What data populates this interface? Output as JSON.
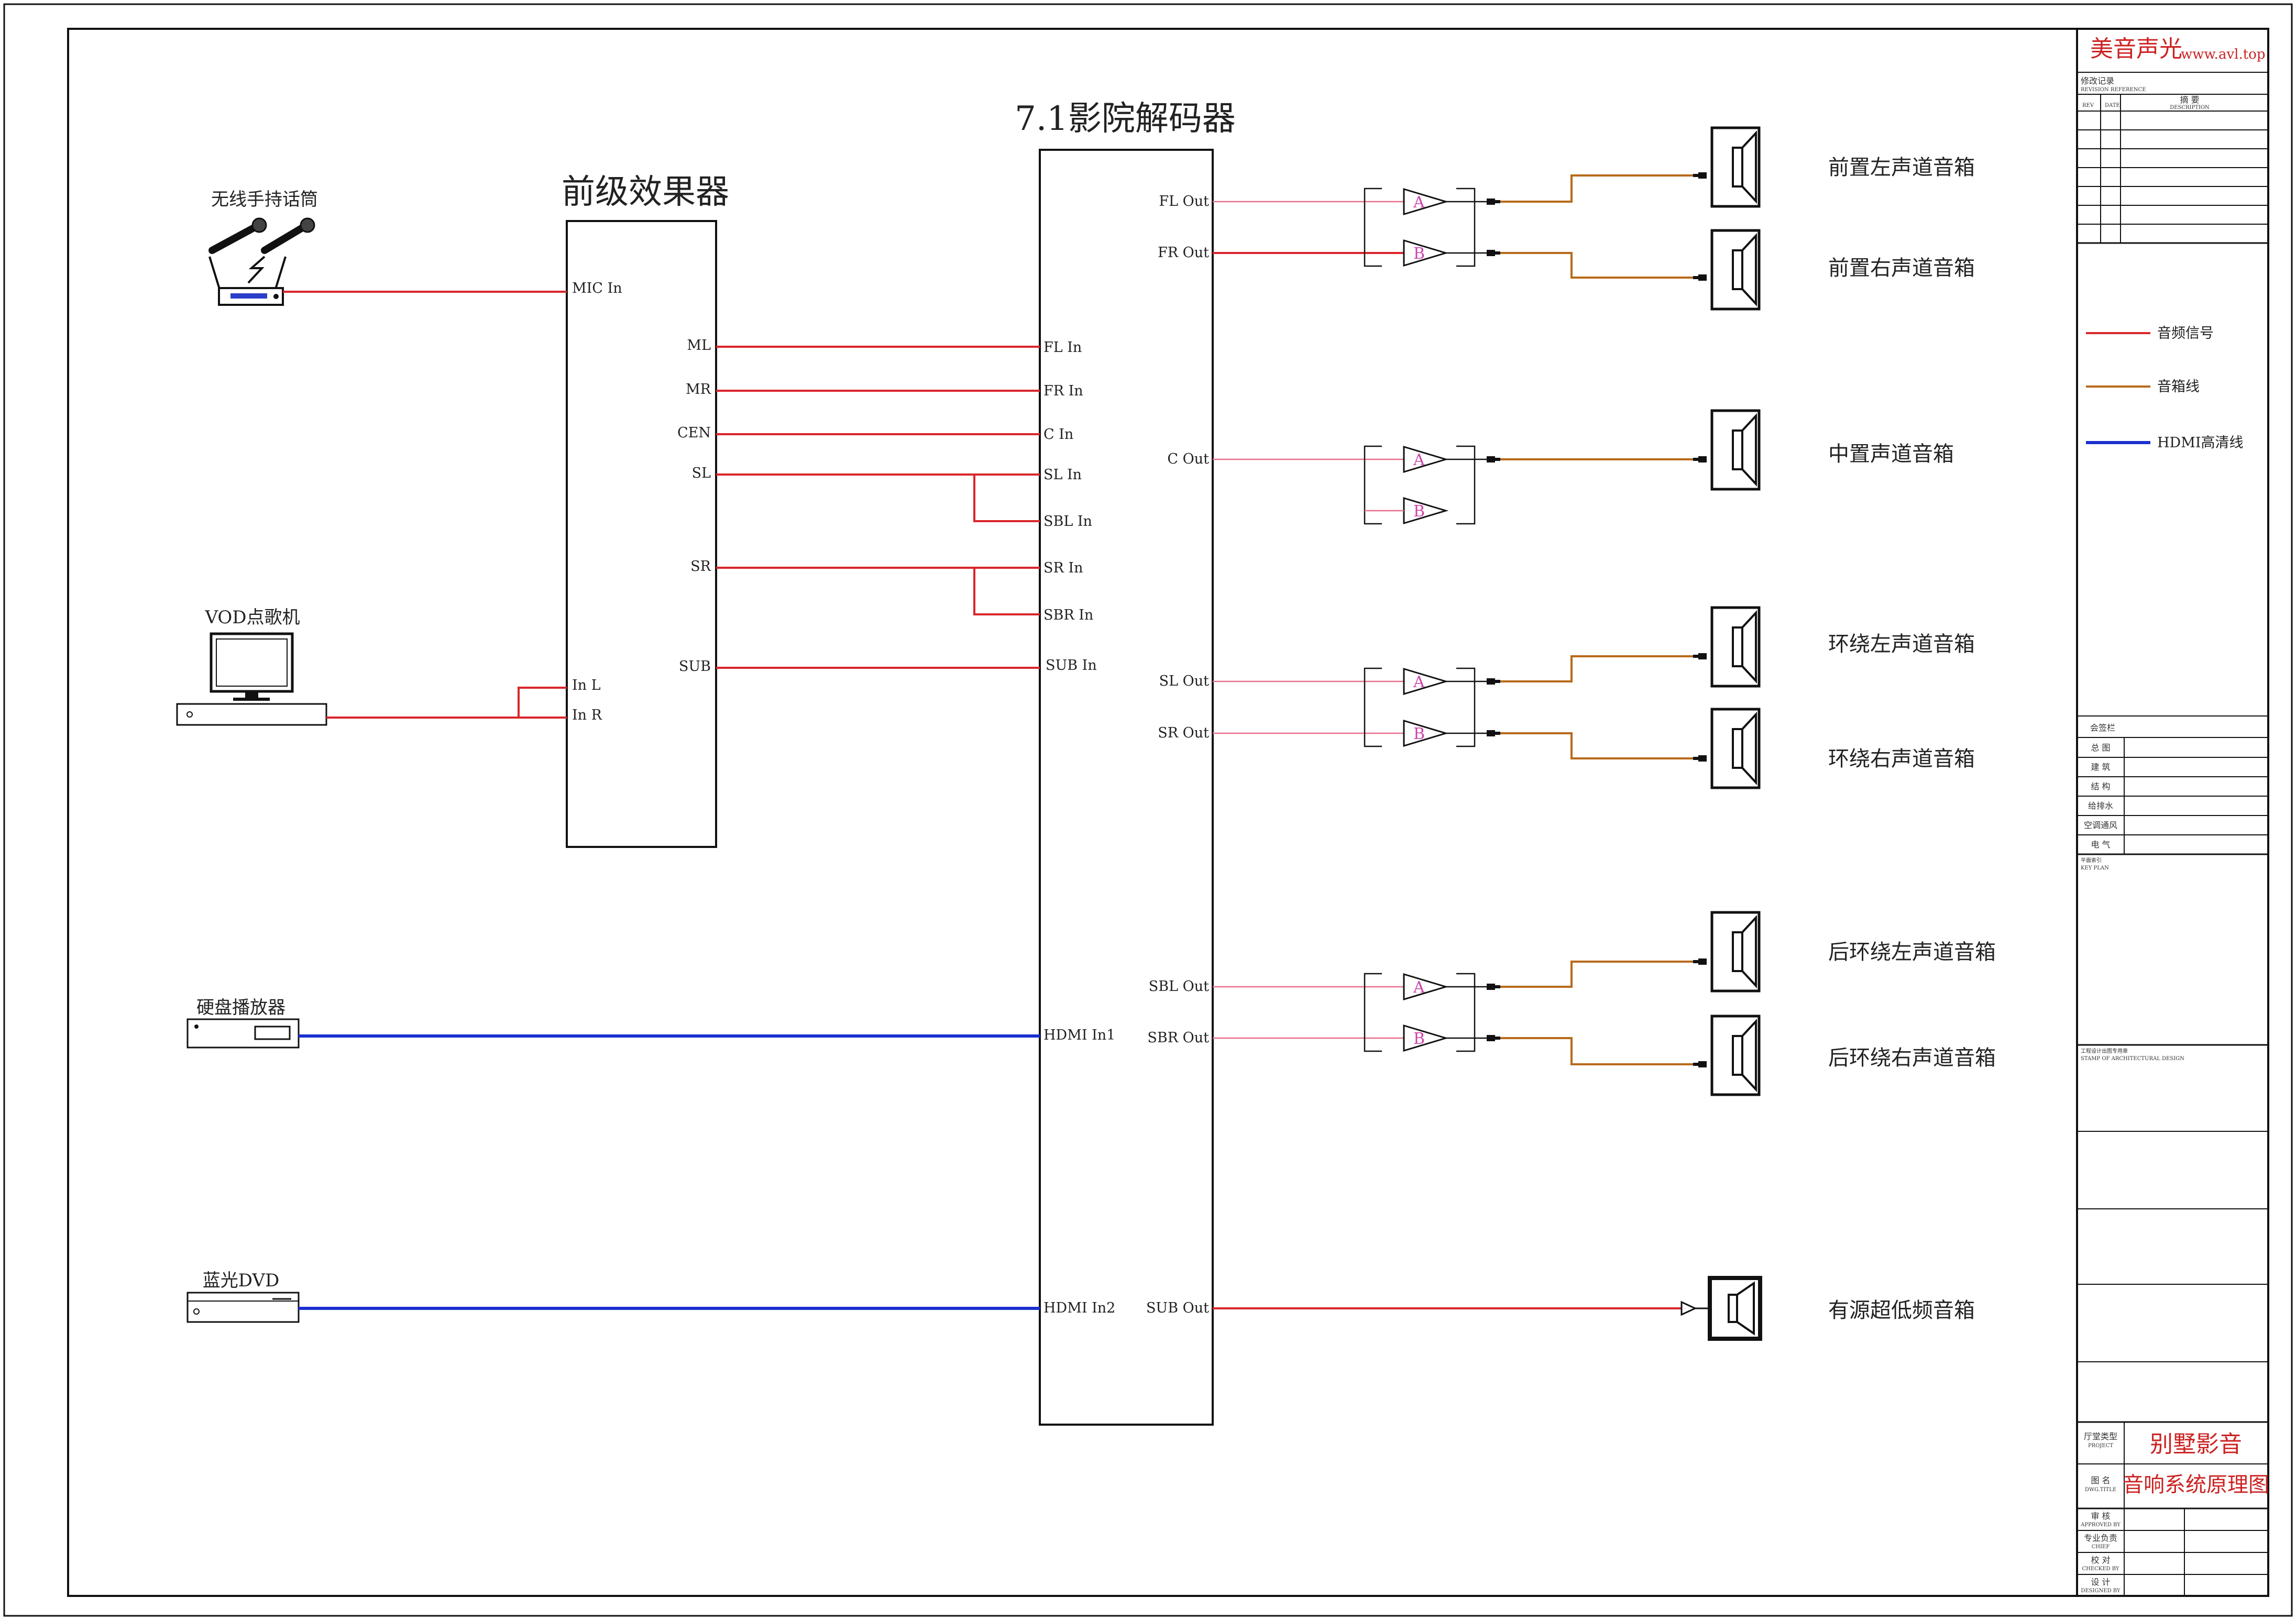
{
  "titles": {
    "decoder": "7.1影院解码器",
    "preamp": "前级效果器"
  },
  "sources": {
    "mic": "无线手持话筒",
    "vod": "VOD点歌机",
    "hdd": "硬盘播放器",
    "bluray": "蓝光DVD"
  },
  "preamp_ports": {
    "mic_in": "MIC In",
    "ml": "ML",
    "mr": "MR",
    "cen": "CEN",
    "sl": "SL",
    "sr": "SR",
    "sub": "SUB",
    "in_l": "In L",
    "in_r": "In R"
  },
  "decoder_ports": {
    "fl_in": "FL In",
    "fr_in": "FR In",
    "c_in": "C In",
    "sl_in": "SL In",
    "sbl_in": "SBL In",
    "sr_in": "SR In",
    "sbr_in": "SBR In",
    "sub_in": "SUB In",
    "hdmi_in1": "HDMI In1",
    "hdmi_in2": "HDMI In2",
    "fl_out": "FL Out",
    "fr_out": "FR Out",
    "c_out": "C Out",
    "sl_out": "SL Out",
    "sr_out": "SR Out",
    "sbl_out": "SBL Out",
    "sbr_out": "SBR Out",
    "sub_out": "SUB Out"
  },
  "amp_channels": {
    "a": "A",
    "b": "B"
  },
  "speakers": {
    "front_left": "前置左声道音箱",
    "front_right": "前置右声道音箱",
    "center": "中置声道音箱",
    "surround_left": "环绕左声道音箱",
    "surround_right": "环绕右声道音箱",
    "rear_left": "后环绕左声道音箱",
    "rear_right": "后环绕右声道音箱",
    "sub": "有源超低频音箱"
  },
  "legend": {
    "audio": "音频信号",
    "speaker_cable": "音箱线",
    "hdmi": "HDMI高清线"
  },
  "title_block": {
    "brand": "美音声光",
    "url": "www.avl.top",
    "revision": "修改记录",
    "revision_en": "REVISION REFERENCE",
    "rev": "REV",
    "date": "DATE",
    "desc": "摘 要",
    "desc_en": "DESCRIPTION",
    "sign": "会签栏",
    "sign_rows": [
      "总 图",
      "建 筑",
      "结 构",
      "给排水",
      "空调通风",
      "电 气"
    ],
    "key_plan": "平面索引",
    "key_plan_en": "KEY PLAN",
    "stamp": "工程设计出图专用章",
    "stamp_en": "STAMP OF ARCHITECTURAL DESIGN",
    "project_label": "厅堂类型",
    "project_label_en": "PROJECT",
    "project": "别墅影音",
    "dwg_label": "图 名",
    "dwg_label_en": "DWG.TITLE",
    "dwg_title": "音响系统原理图",
    "approved": "审 核",
    "approved_en": "APPROVED BY",
    "chief": "专业负责",
    "chief_en": "CHIEF",
    "checked": "校 对",
    "checked_en": "CHECKED BY",
    "designed": "设 计",
    "designed_en": "DESIGNED BY"
  },
  "colors": {
    "audio": "#d9252b",
    "speaker_cable": "#b86a1a",
    "hdmi": "#1a2fcf",
    "brand_red": "#cc2222"
  }
}
